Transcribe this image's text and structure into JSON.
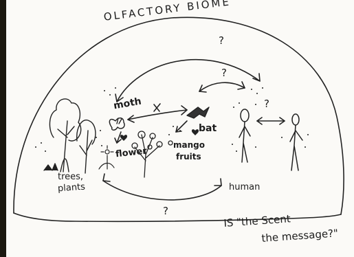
{
  "title": "OLFACTORY BIOME",
  "labels": {
    "moth": "moth",
    "bat": "bat",
    "flower": "flower",
    "mango_line1": "mango",
    "mango_line2": "fruits",
    "trees_line1": "trees,",
    "trees_line2": "plants",
    "human": "human"
  },
  "marks": {
    "question": "?"
  },
  "quote": {
    "line1": "IS \"the Scent",
    "line2": "the message?\""
  }
}
